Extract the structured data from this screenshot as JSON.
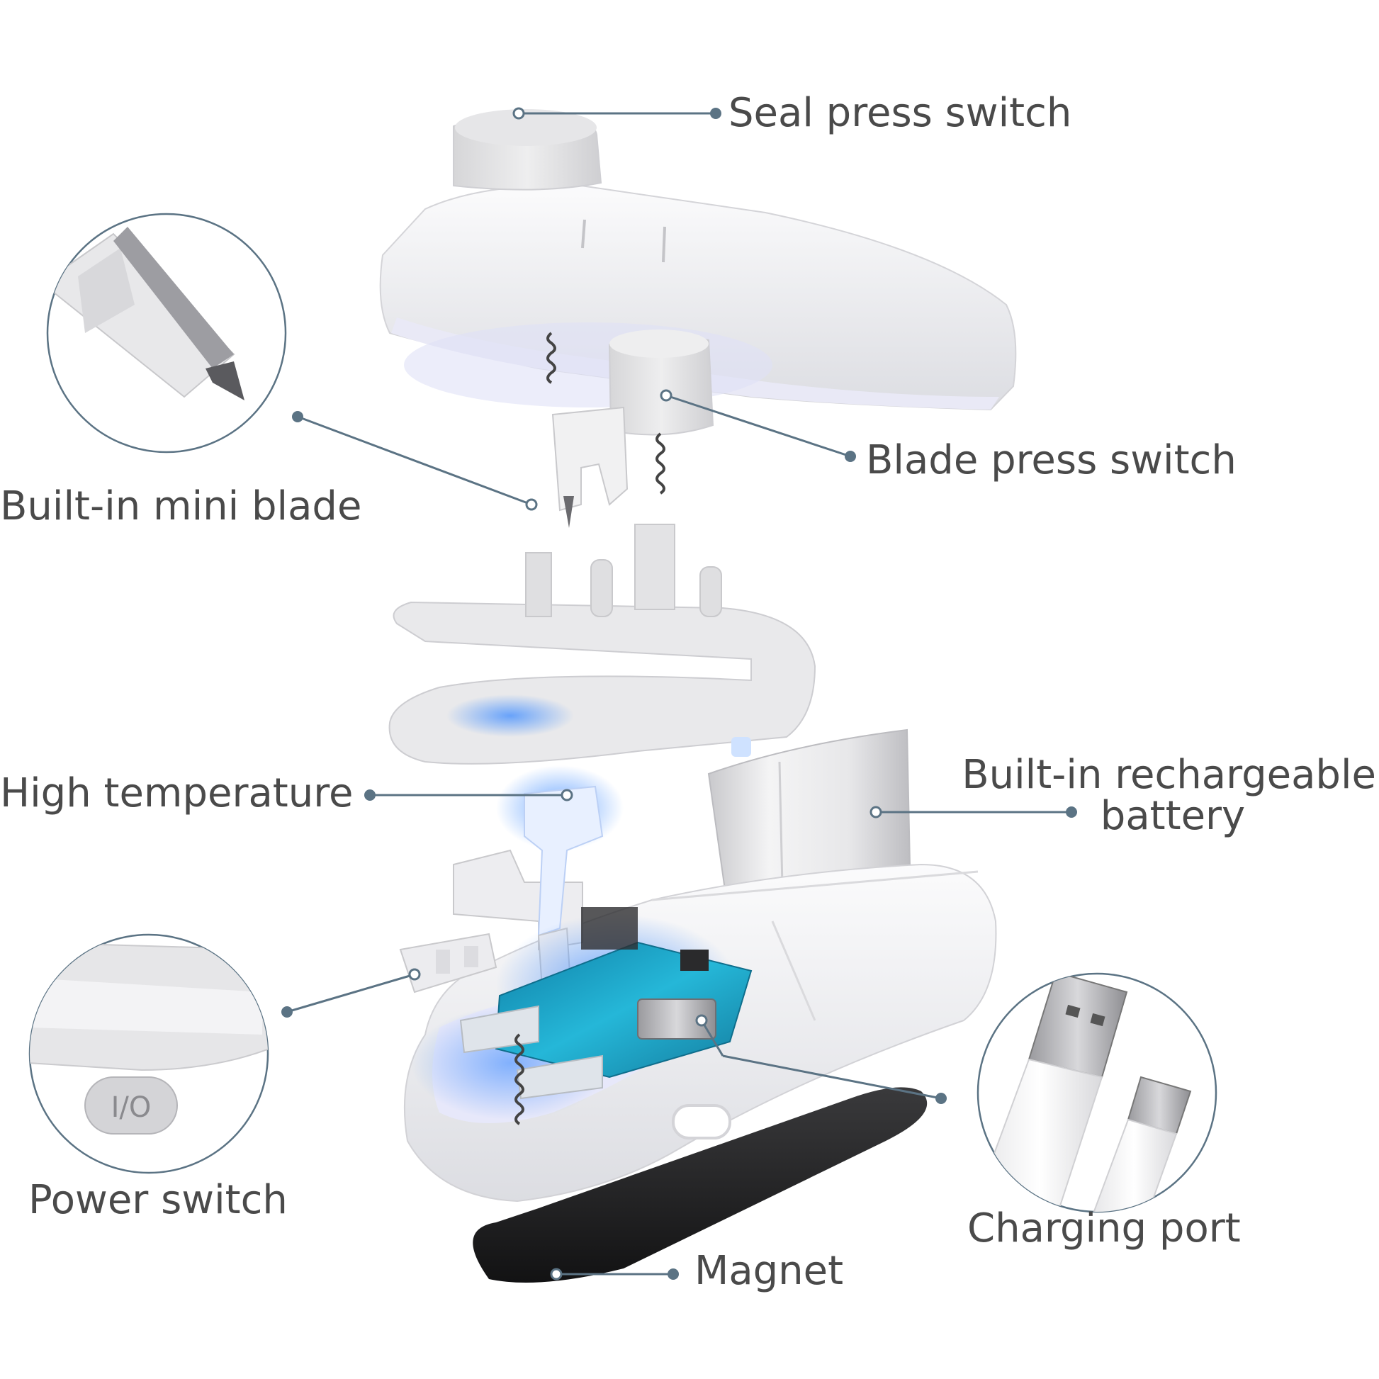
{
  "diagram": {
    "labels": {
      "seal_press_switch": "Seal press switch",
      "built_in_mini_blade": "Built-in mini blade",
      "blade_press_switch": "Blade press switch",
      "high_temperature": "High temperature",
      "battery_line1": "Built-in rechargeable",
      "battery_line2": "battery",
      "power_switch": "Power switch",
      "charging_port": "Charging port",
      "magnet": "Magnet"
    },
    "power_button_marking": "I/O",
    "colors": {
      "leader_line": "#5b7384",
      "label_text": "#4a4a4a",
      "glow": "#3d8bff",
      "pcb": "#1aa3c9",
      "magnet": "#1f1f1f",
      "body": "#f2f2f4"
    }
  }
}
